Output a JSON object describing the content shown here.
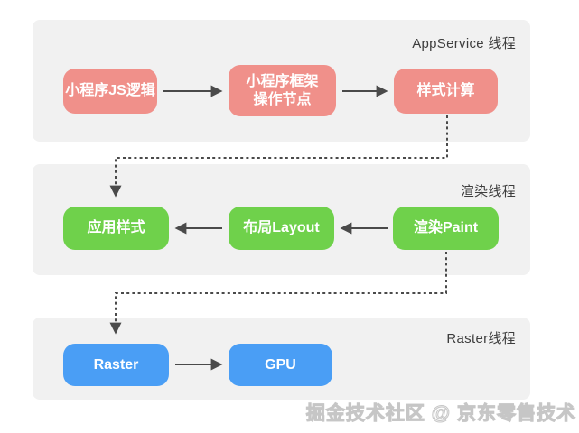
{
  "diagram": {
    "lanes": [
      {
        "label": "AppService 线程",
        "node_color": "#f0908a",
        "direction": "left-to-right",
        "nodes": [
          {
            "label": "小程序JS逻辑"
          },
          {
            "label": "小程序框架\n操作节点"
          },
          {
            "label": "样式计算"
          }
        ]
      },
      {
        "label": "渲染线程",
        "node_color": "#6fd14b",
        "direction": "right-to-left",
        "nodes": [
          {
            "label": "应用样式"
          },
          {
            "label": "布局Layout"
          },
          {
            "label": "渲染Paint"
          }
        ]
      },
      {
        "label": "Raster线程",
        "node_color": "#4a9ef5",
        "direction": "left-to-right",
        "nodes": [
          {
            "label": "Raster"
          },
          {
            "label": "GPU"
          }
        ]
      }
    ],
    "cross_lane_links": [
      "样式计算 → 应用样式 (dashed)",
      "渲染Paint → Raster (dashed)"
    ],
    "watermark": "掘金技术社区 @ 京东零售技术",
    "colors": {
      "lane_background": "#f1f1f1",
      "page_background": "#ffffff",
      "arrow": "#4a4a4a",
      "node_text": "#ffffff",
      "lane_label_text": "#3d3d3d",
      "watermark_outline": "#c6c6c6"
    }
  }
}
